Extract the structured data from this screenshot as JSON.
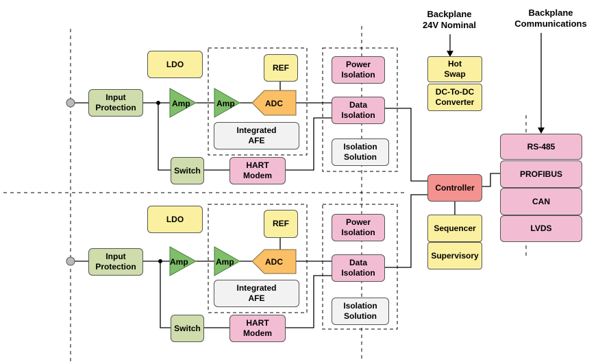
{
  "headers": {
    "backplane_power": "Backplane\n24V Nominal",
    "backplane_comms": "Backplane\nCommunications"
  },
  "channels": [
    {
      "ldo": "LDO",
      "input_protection": "Input\nProtection",
      "amp1": "Amp",
      "amp2": "Amp",
      "ref": "REF",
      "adc": "ADC",
      "integrated_afe": "Integrated\nAFE",
      "switch": "Switch",
      "hart_modem": "HART\nModem",
      "power_isolation": "Power\nIsolation",
      "data_isolation": "Data\nIsolation",
      "isolation_solution": "Isolation\nSolution"
    },
    {
      "ldo": "LDO",
      "input_protection": "Input\nProtection",
      "amp1": "Amp",
      "amp2": "Amp",
      "ref": "REF",
      "adc": "ADC",
      "integrated_afe": "Integrated\nAFE",
      "switch": "Switch",
      "hart_modem": "HART\nModem",
      "power_isolation": "Power\nIsolation",
      "data_isolation": "Data\nIsolation",
      "isolation_solution": "Isolation\nSolution"
    }
  ],
  "power": {
    "hot_swap": "Hot\nSwap",
    "dc_dc": "DC-To-DC\nConverter"
  },
  "controller": {
    "label": "Controller",
    "sequencer": "Sequencer",
    "supervisory": "Supervisory"
  },
  "comms": [
    "RS-485",
    "PROFIBUS",
    "CAN",
    "LVDS"
  ],
  "colors": {
    "green": "#cfdcab",
    "yellow": "#fbf0a0",
    "pink": "#f2bdd3",
    "gray": "#f2f2f2",
    "red": "#f4928f",
    "amp": "#7fbf6a",
    "adc": "#fbbf66"
  }
}
